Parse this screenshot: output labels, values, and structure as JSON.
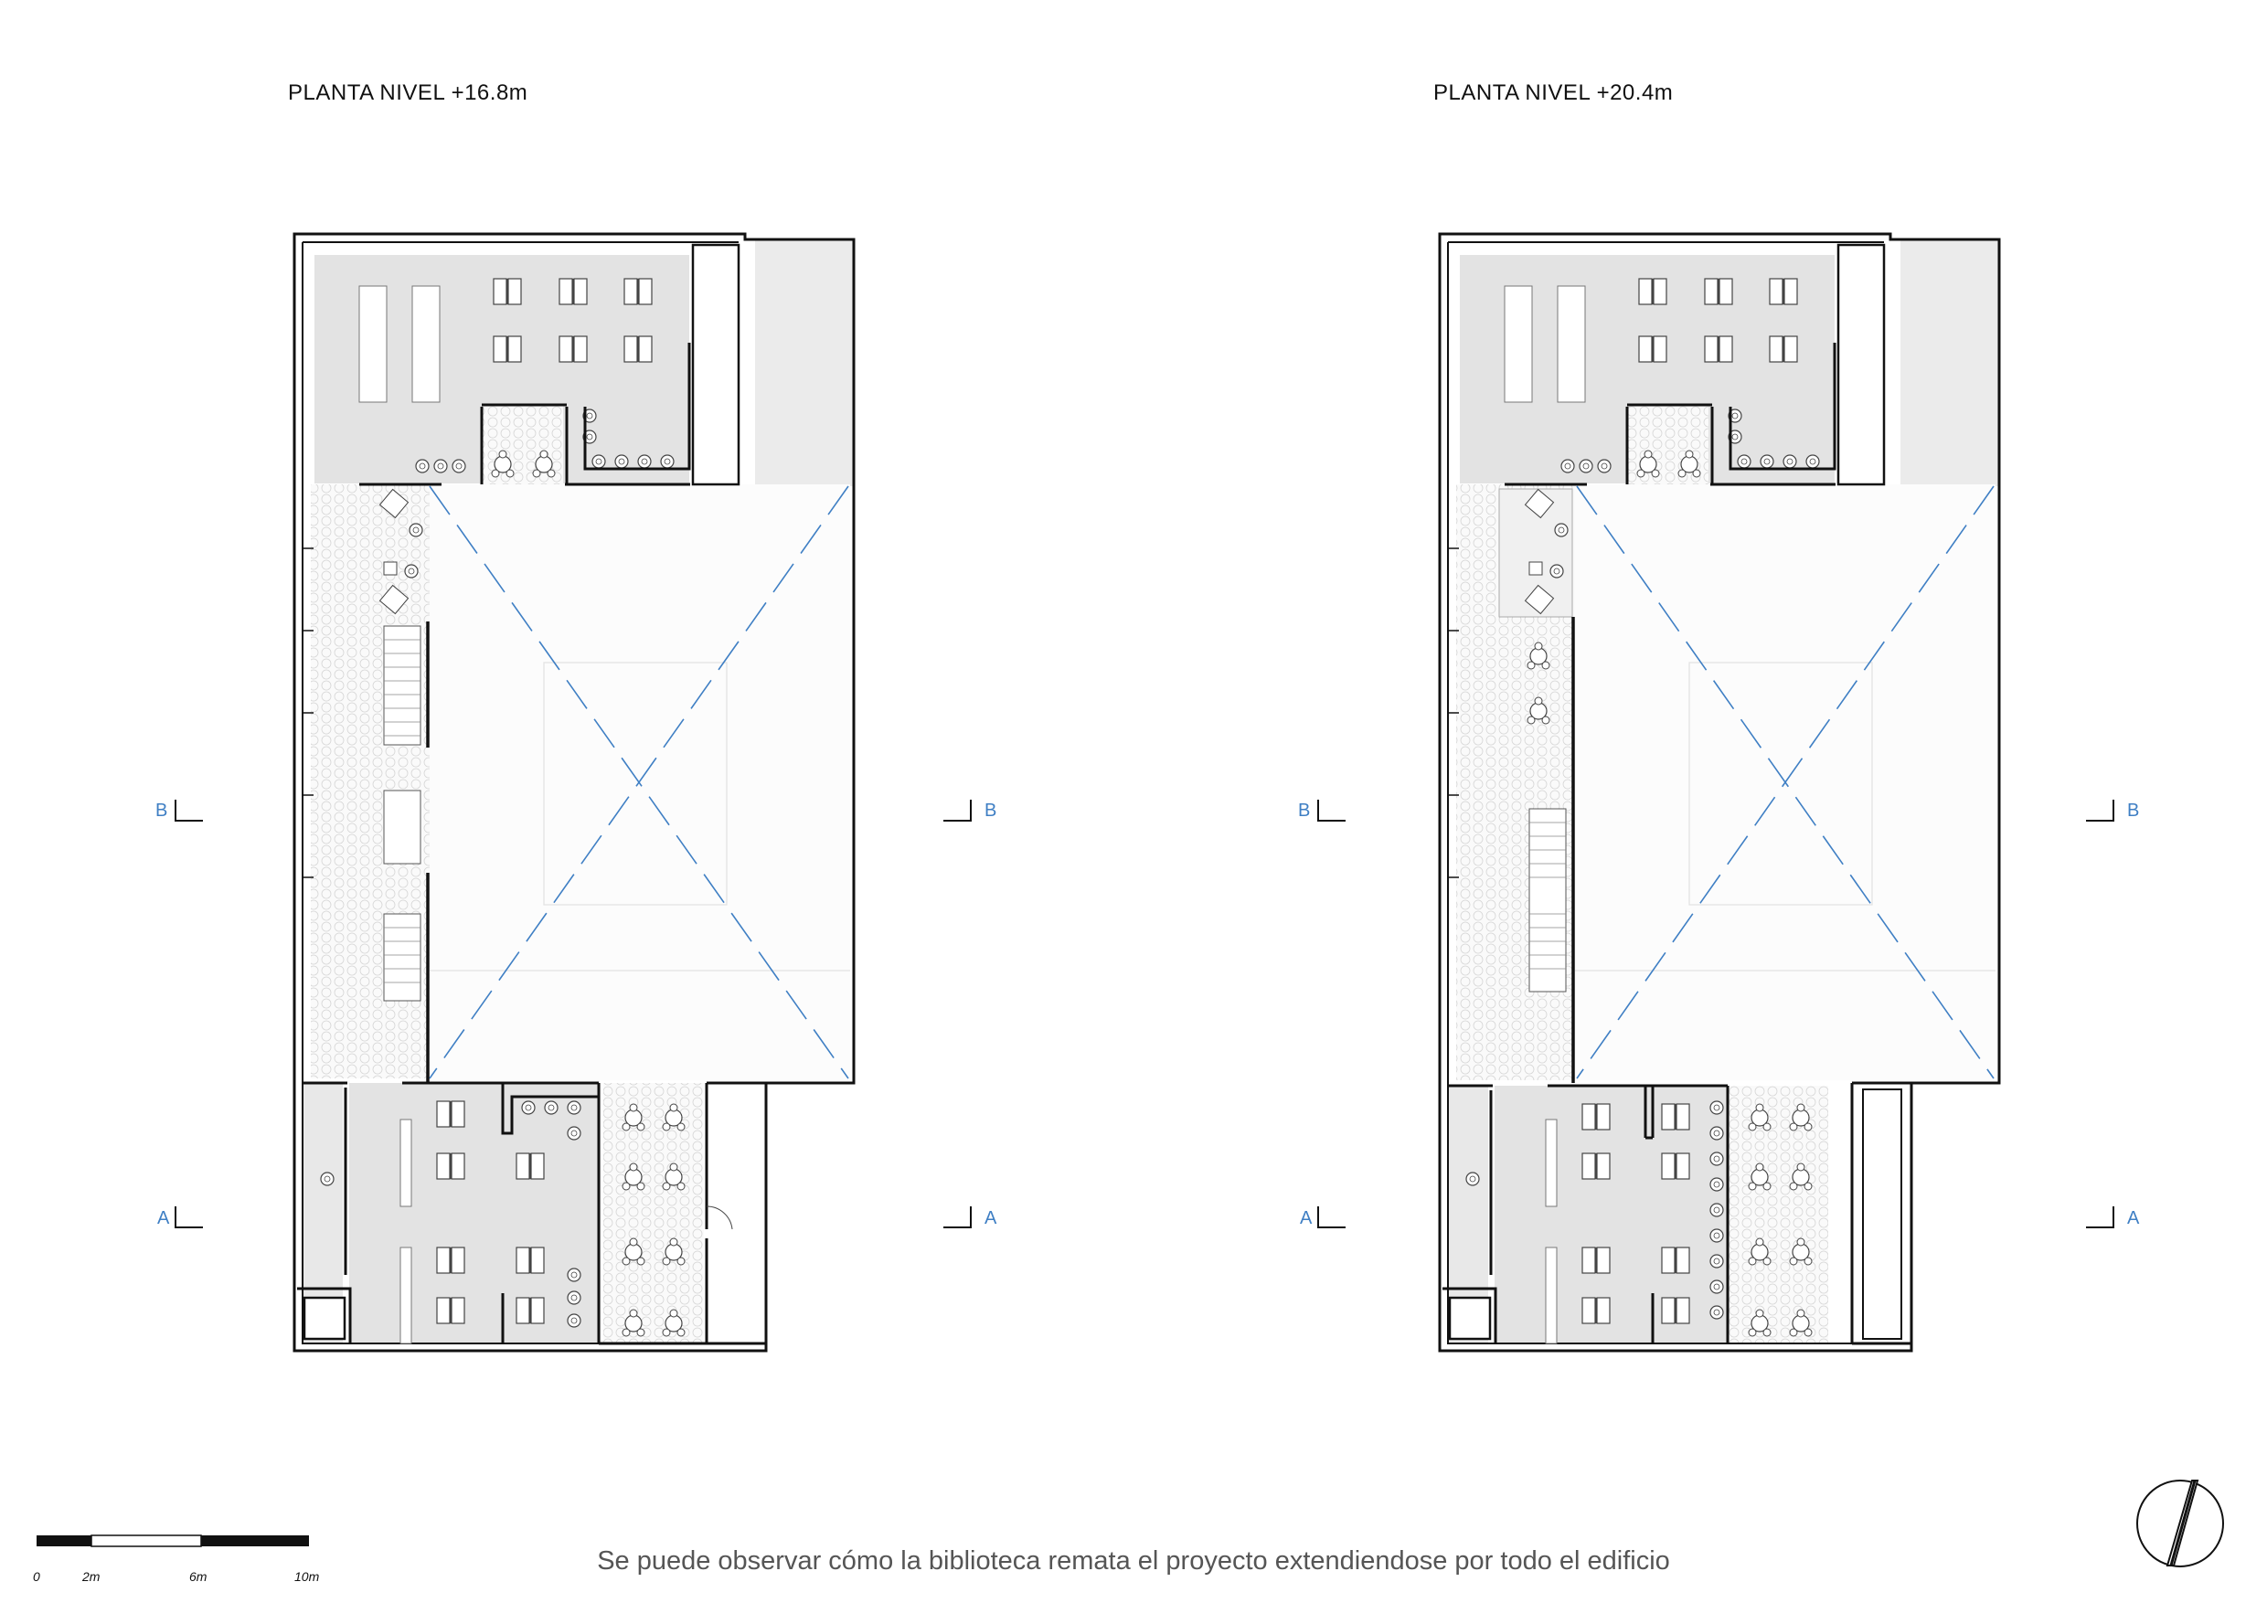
{
  "plans": [
    {
      "title": "PLANTA NIVEL +16.8m"
    },
    {
      "title": "PLANTA NIVEL +20.4m"
    }
  ],
  "section_markers": {
    "b": "B",
    "a": "A"
  },
  "caption": "Se puede observar cómo la biblioteca remata el proyecto extendiendose por todo el edificio",
  "scale_bar": {
    "labels": [
      "0",
      "2m",
      "6m",
      "10m"
    ]
  },
  "colors": {
    "wall": "#111111",
    "floor_gray": "#e6e6e6",
    "section_blue": "#3f7fc4",
    "void_line": "#3f7fc4"
  },
  "north_arrow": "north-arrow"
}
